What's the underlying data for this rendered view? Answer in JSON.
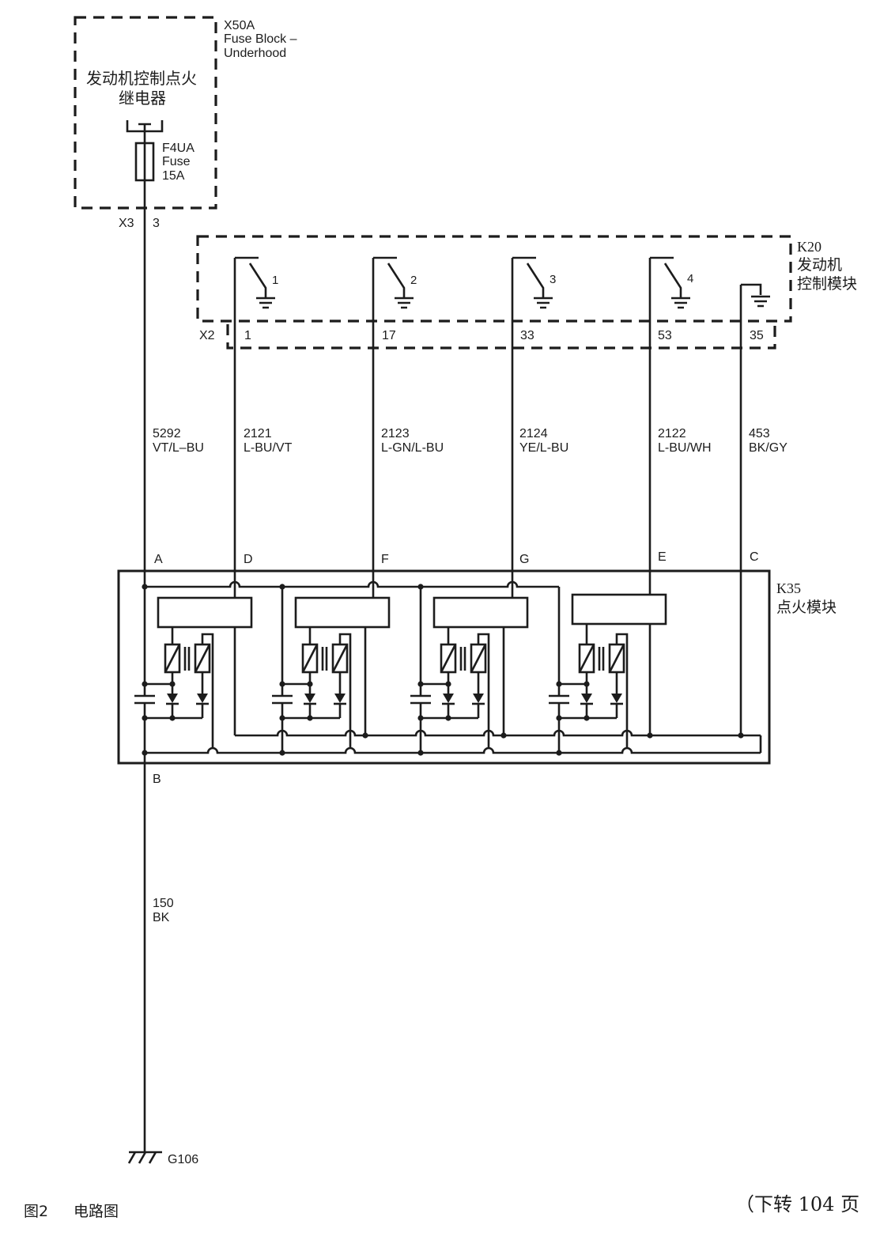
{
  "figure": {
    "line_color": "#1c1c1c",
    "background": "#ffffff"
  },
  "fuse_block": {
    "id": "X50A",
    "name": [
      "Fuse Block –",
      "Underhood"
    ],
    "relay": [
      "发动机控制点火",
      "继电器"
    ],
    "fuse": [
      "F4UA",
      "Fuse",
      "15A"
    ],
    "connector": "X3",
    "pin": "3"
  },
  "ecm": {
    "id": "K20",
    "name": [
      "发动机",
      "控制模块"
    ],
    "driver_labels": [
      "1",
      "2",
      "3",
      "4"
    ],
    "connector": "X2",
    "pins": [
      "1",
      "17",
      "33",
      "53",
      "35"
    ]
  },
  "wires": [
    {
      "circuit": "5292",
      "color": "VT/L–BU"
    },
    {
      "circuit": "2121",
      "color": "L-BU/VT"
    },
    {
      "circuit": "2123",
      "color": "L-GN/L-BU"
    },
    {
      "circuit": "2124",
      "color": "YE/L-BU"
    },
    {
      "circuit": "2122",
      "color": "L-BU/WH"
    },
    {
      "circuit": "453",
      "color": "BK/GY"
    }
  ],
  "ignition_module": {
    "id": "K35",
    "name": "点火模块",
    "pins": [
      "A",
      "D",
      "F",
      "G",
      "E",
      "C"
    ],
    "ground_pin": "B"
  },
  "ground_wire": {
    "circuit": "150",
    "color": "BK"
  },
  "ground": "G106",
  "caption": {
    "figure": "图2",
    "title": "电路图"
  },
  "continued": "（下转 104 页"
}
